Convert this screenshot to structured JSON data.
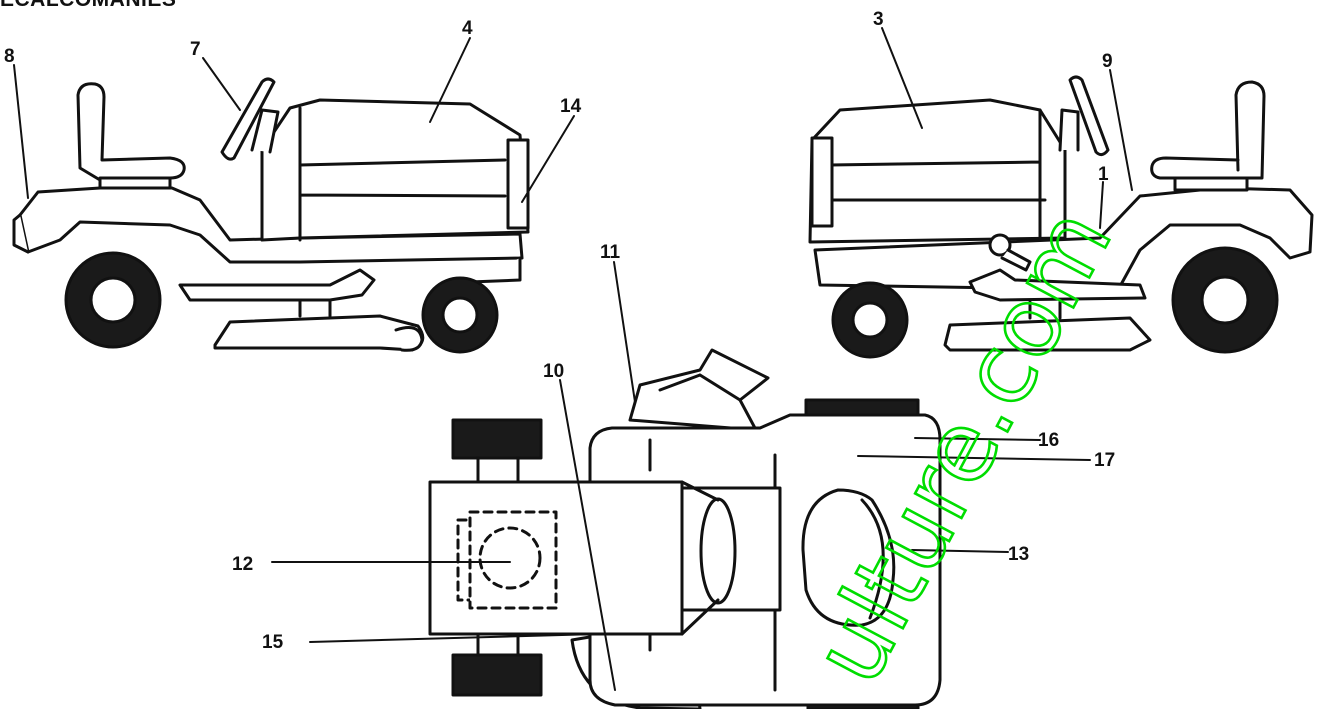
{
  "header": {
    "title": "ECALCOMANIES"
  },
  "callouts": {
    "n1": "1",
    "n3": "3",
    "n4": "4",
    "n7": "7",
    "n8": "8",
    "n9": "9",
    "n10": "10",
    "n11": "11",
    "n12": "12",
    "n13": "13",
    "n14": "14",
    "n15": "15",
    "n16": "16",
    "n17": "17"
  },
  "watermark": {
    "text": "ulture.com",
    "color": "#00dd00"
  },
  "colors": {
    "ink": "#111111",
    "tire": "#1a1a1a",
    "background": "#ffffff"
  }
}
